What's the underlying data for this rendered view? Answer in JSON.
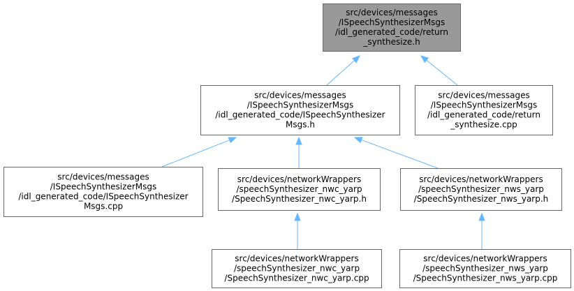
{
  "graph": {
    "nodes": [
      {
        "id": "return_synthesize_h",
        "lines": [
          "src/devices/messages",
          "/ISpeechSynthesizerMsgs",
          "/idl_generated_code/return",
          "_synthesize.h"
        ],
        "highlighted": true
      },
      {
        "id": "ISpeechSynthesizerMsgs_h",
        "lines": [
          "src/devices/messages",
          "/ISpeechSynthesizerMsgs",
          "/idl_generated_code/ISpeechSynthesizer",
          "Msgs.h"
        ],
        "highlighted": false
      },
      {
        "id": "return_synthesize_cpp",
        "lines": [
          "src/devices/messages",
          "/ISpeechSynthesizerMsgs",
          "/idl_generated_code/return",
          "_synthesize.cpp"
        ],
        "highlighted": false
      },
      {
        "id": "ISpeechSynthesizerMsgs_cpp",
        "lines": [
          "src/devices/messages",
          "/ISpeechSynthesizerMsgs",
          "/idl_generated_code/ISpeechSynthesizer",
          "Msgs.cpp"
        ],
        "highlighted": false
      },
      {
        "id": "nwc_yarp_h",
        "lines": [
          "src/devices/networkWrappers",
          "/speechSynthesizer_nwc_yarp",
          "/SpeechSynthesizer_nwc_yarp.h"
        ],
        "highlighted": false
      },
      {
        "id": "nws_yarp_h",
        "lines": [
          "src/devices/networkWrappers",
          "/speechSynthesizer_nws_yarp",
          "/SpeechSynthesizer_nws_yarp.h"
        ],
        "highlighted": false
      },
      {
        "id": "nwc_yarp_cpp",
        "lines": [
          "src/devices/networkWrappers",
          "/speechSynthesizer_nwc_yarp",
          "/SpeechSynthesizer_nwc_yarp.cpp"
        ],
        "highlighted": false
      },
      {
        "id": "nws_yarp_cpp",
        "lines": [
          "src/devices/networkWrappers",
          "/speechSynthesizer_nws_yarp",
          "/SpeechSynthesizer_nws_yarp.cpp"
        ],
        "highlighted": false
      }
    ],
    "edges": [
      {
        "from": "ISpeechSynthesizerMsgs_h",
        "to": "return_synthesize_h"
      },
      {
        "from": "return_synthesize_cpp",
        "to": "return_synthesize_h"
      },
      {
        "from": "ISpeechSynthesizerMsgs_cpp",
        "to": "ISpeechSynthesizerMsgs_h"
      },
      {
        "from": "nwc_yarp_h",
        "to": "ISpeechSynthesizerMsgs_h"
      },
      {
        "from": "nws_yarp_h",
        "to": "ISpeechSynthesizerMsgs_h"
      },
      {
        "from": "nwc_yarp_cpp",
        "to": "nwc_yarp_h"
      },
      {
        "from": "nws_yarp_cpp",
        "to": "nws_yarp_h"
      }
    ],
    "colors": {
      "highlight_fill": "#999999",
      "node_fill": "#ffffff",
      "border": "#666666",
      "edge": "#63b8ff",
      "text": "#000000"
    }
  }
}
